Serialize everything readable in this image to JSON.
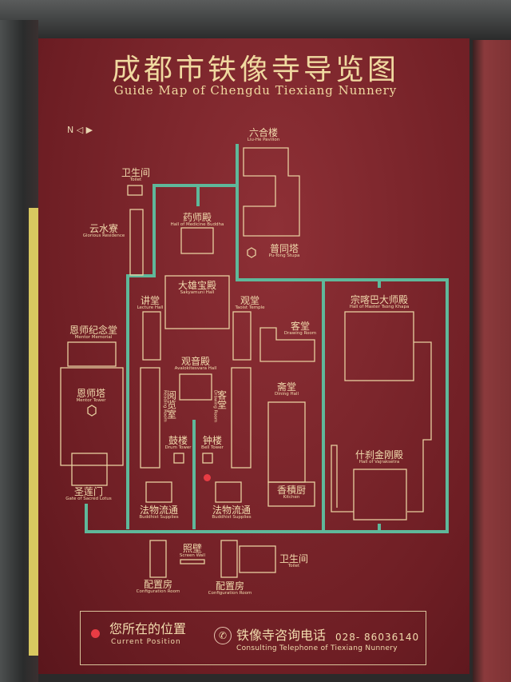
{
  "title_cn": "成都市铁像寺导览图",
  "title_en": "Guide Map of Chengdu Tiexiang Nunnery",
  "compass": "N",
  "colors": {
    "board": "#7a2228",
    "path": "#5fb89a",
    "outline": "#e8cfa0",
    "marker": "#e83c44"
  },
  "locations": [
    {
      "cn": "六合楼",
      "en": "Liu-He Pavilion"
    },
    {
      "cn": "卫生间",
      "en": "Toilet"
    },
    {
      "cn": "云水寮",
      "en": "Glorious Residence"
    },
    {
      "cn": "药师殿",
      "en": "Hall of Medicine Buddha"
    },
    {
      "cn": "普同塔",
      "en": "Pu-Tong Stupa"
    },
    {
      "cn": "大雄宝殿",
      "en": "Sakyamuni Hall"
    },
    {
      "cn": "讲堂",
      "en": "Lecture Hall"
    },
    {
      "cn": "观堂",
      "en": "Taoist Temple"
    },
    {
      "cn": "客堂",
      "en": "Drawing Room"
    },
    {
      "cn": "恩师纪念堂",
      "en": "Mentor Memorial"
    },
    {
      "cn": "观音殿",
      "en": "Avalokitesvara Hall"
    },
    {
      "cn": "恩师塔",
      "en": "Mentor Tower"
    },
    {
      "cn": "阅览室",
      "en": "Reading Room"
    },
    {
      "cn": "客堂",
      "en": "Drawing Room"
    },
    {
      "cn": "斋堂",
      "en": "Dining Hall"
    },
    {
      "cn": "鼓楼",
      "en": "Drum Tower"
    },
    {
      "cn": "钟楼",
      "en": "Bell Tower"
    },
    {
      "cn": "香積厨",
      "en": "Kitchen"
    },
    {
      "cn": "圣莲门",
      "en": "Gate of Sacred Lotus"
    },
    {
      "cn": "法物流通",
      "en": "Buddhist Supplies"
    },
    {
      "cn": "法物流通",
      "en": "Buddhist Supplies"
    },
    {
      "cn": "宗喀巴大师殿",
      "en": "Hall of Master Tsong Khapa"
    },
    {
      "cn": "什刹金刚殿",
      "en": "Hall of Vajraksetra"
    },
    {
      "cn": "照壁",
      "en": "Screen Wall"
    },
    {
      "cn": "配置房",
      "en": "Configuration Room"
    },
    {
      "cn": "配置房",
      "en": "Configuration Room"
    },
    {
      "cn": "卫生间",
      "en": "Toilet"
    }
  ],
  "legend": {
    "current_cn": "您所在的位置",
    "current_en": "Current  Position",
    "phone_cn": "铁像寺咨询电话",
    "phone_number": "028- 86036140",
    "phone_en": "Consulting Telephone of  Tiexiang Nunnery",
    "phone_icon": "phone-icon"
  }
}
